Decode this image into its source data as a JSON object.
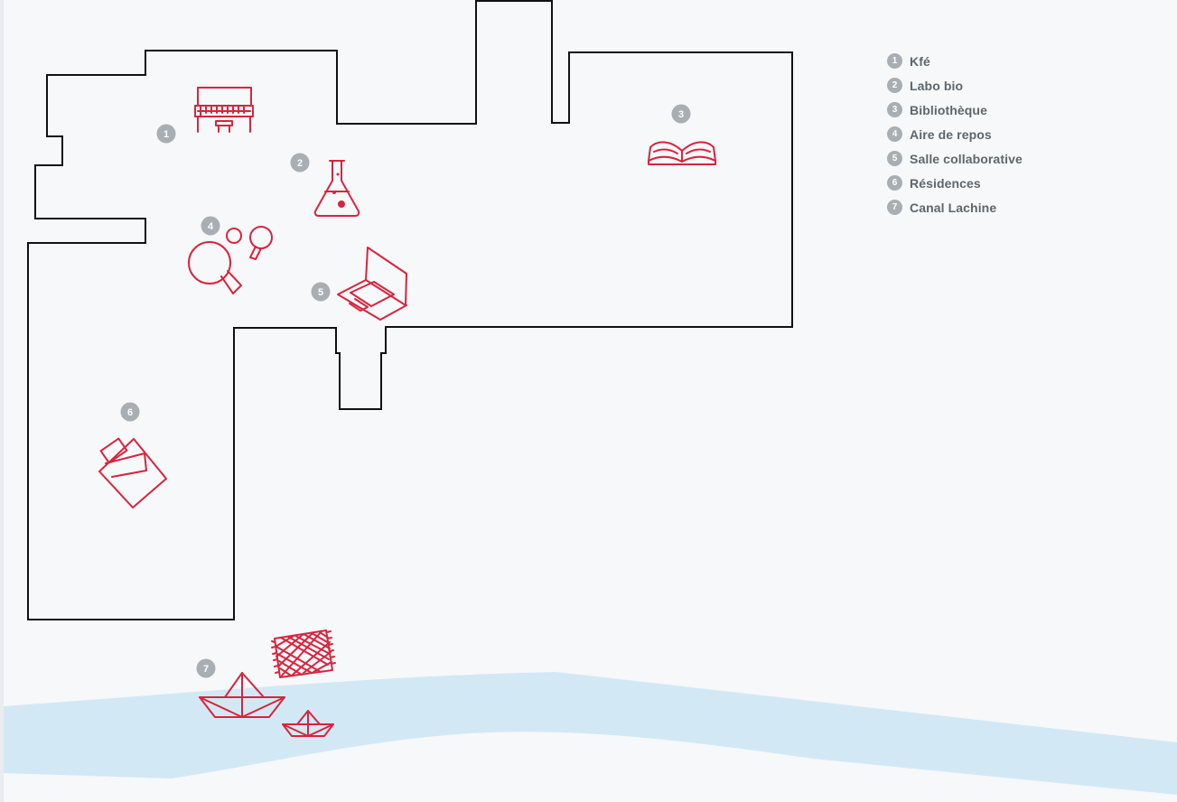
{
  "colors": {
    "background": "#f6f8fa",
    "walls": "#111111",
    "icons": "#d8243e",
    "pin": "#a7aeb4",
    "water": "#d3e8f5",
    "legend_text": "#5e666c"
  },
  "map": {
    "pins": [
      {
        "number": "1",
        "icon": "piano-icon"
      },
      {
        "number": "2",
        "icon": "flask-icon"
      },
      {
        "number": "3",
        "icon": "book-icon"
      },
      {
        "number": "4",
        "icon": "ping-pong-icon"
      },
      {
        "number": "5",
        "icon": "laptop-icon"
      },
      {
        "number": "6",
        "icon": "bed-icon"
      },
      {
        "number": "7",
        "icon": "boat-icon"
      }
    ],
    "extra_icons": [
      "blanket-icon",
      "small-boat-icon"
    ]
  },
  "legend": {
    "items": [
      {
        "number": "1",
        "label": "Kfé"
      },
      {
        "number": "2",
        "label": "Labo bio"
      },
      {
        "number": "3",
        "label": "Bibliothèque"
      },
      {
        "number": "4",
        "label": "Aire de repos"
      },
      {
        "number": "5",
        "label": "Salle collaborative"
      },
      {
        "number": "6",
        "label": "Résidences"
      },
      {
        "number": "7",
        "label": "Canal Lachine"
      }
    ]
  }
}
